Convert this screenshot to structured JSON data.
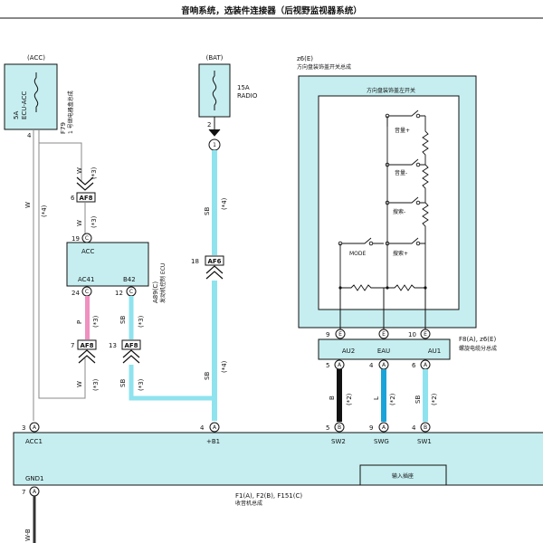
{
  "title": "音响系统，选装件连接器（后视野监视器系统）",
  "colors": {
    "box_fill": "#c6eef0",
    "wire_sb": "#8fe3ee",
    "wire_p": "#f090c0",
    "wire_b": "#111111",
    "wire_l": "#1aa3d8",
    "wire_w": "#888888",
    "line": "#111111"
  },
  "fuses": {
    "acc": {
      "supply": "(ACC)",
      "rating": "5A",
      "name": "ECU-ACC",
      "relay_block": "F79",
      "relay_block_desc": "1 号继电器盒总成",
      "pin": "4"
    },
    "bat": {
      "supply": "(BAT)",
      "rating": "15A",
      "name": "RADIO",
      "pin": "2"
    }
  },
  "wires": {
    "acc_wire_color": "W",
    "acc_wire_size": "(*4)",
    "acc_wire_size_b": "(*3)",
    "bat_wire_color": "SB",
    "bat_wire_size": "(*4)",
    "p_color": "P",
    "b_color": "B",
    "l_color": "L",
    "size_2": "(*2)",
    "size_3": "(*3)",
    "size_4": "(*4)"
  },
  "connectors": {
    "af8": "AF8",
    "af6": "AF6",
    "pin_6": "6",
    "pin_19": "19",
    "pin_24": "24",
    "pin_12": "12",
    "pin_7": "7",
    "pin_13": "13",
    "pin_18": "18",
    "pin_3": "3",
    "pin_4": "4",
    "pin_9": "9",
    "pin_5": "5",
    "pin_10": "10",
    "letter_a": "A",
    "letter_b": "B",
    "letter_c": "C",
    "letter_e": "E",
    "num_1": "1"
  },
  "ecu": {
    "acc_label": "ACC",
    "ac41": "AC41",
    "b42": "B42",
    "id": "A89(C)",
    "desc": "发动机控制 ECU"
  },
  "steering_switch": {
    "id": "z6(E)",
    "desc": "方向盘装饰盖开关总成",
    "inner_title": "方向盘装饰盖左开关",
    "btn_vol_up": "音量+",
    "btn_vol_down": "音量-",
    "btn_search_down": "搜索-",
    "btn_search_up": "搜索+",
    "btn_mode": "MODE"
  },
  "spiral": {
    "id": "F8(A), z6(E)",
    "desc": "螺旋电缆分总成",
    "au2": "AU2",
    "eau": "EAU",
    "au1": "AU1"
  },
  "head_unit": {
    "acc1": "ACC1",
    "b1": "+B1",
    "sw2": "SW2",
    "swg": "SWG",
    "sw1": "SW1",
    "gnd1": "GND1",
    "input_panel": "输入插座",
    "id": "F1(A), F2(B), F151(C)",
    "desc": "收音机总成"
  },
  "ground_wire": "W-B"
}
